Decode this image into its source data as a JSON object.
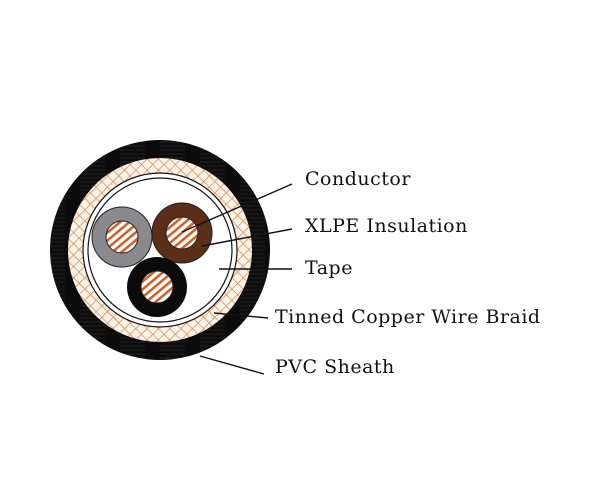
{
  "labels": {
    "conductor": "Conductor",
    "insulation": "XLPE Insulation",
    "tape": "Tape",
    "braid": "Tinned Copper Wire Braid",
    "sheath": "PVC Sheath"
  },
  "colors": {
    "sheath": "#0b0b0b",
    "braid": "#e07a3a",
    "braid_bg": "#fbf3ea",
    "core_gray": "#8a8a8e",
    "core_brown": "#5a2e17",
    "core_black": "#0b0b0b",
    "copper": "#d0622a"
  }
}
